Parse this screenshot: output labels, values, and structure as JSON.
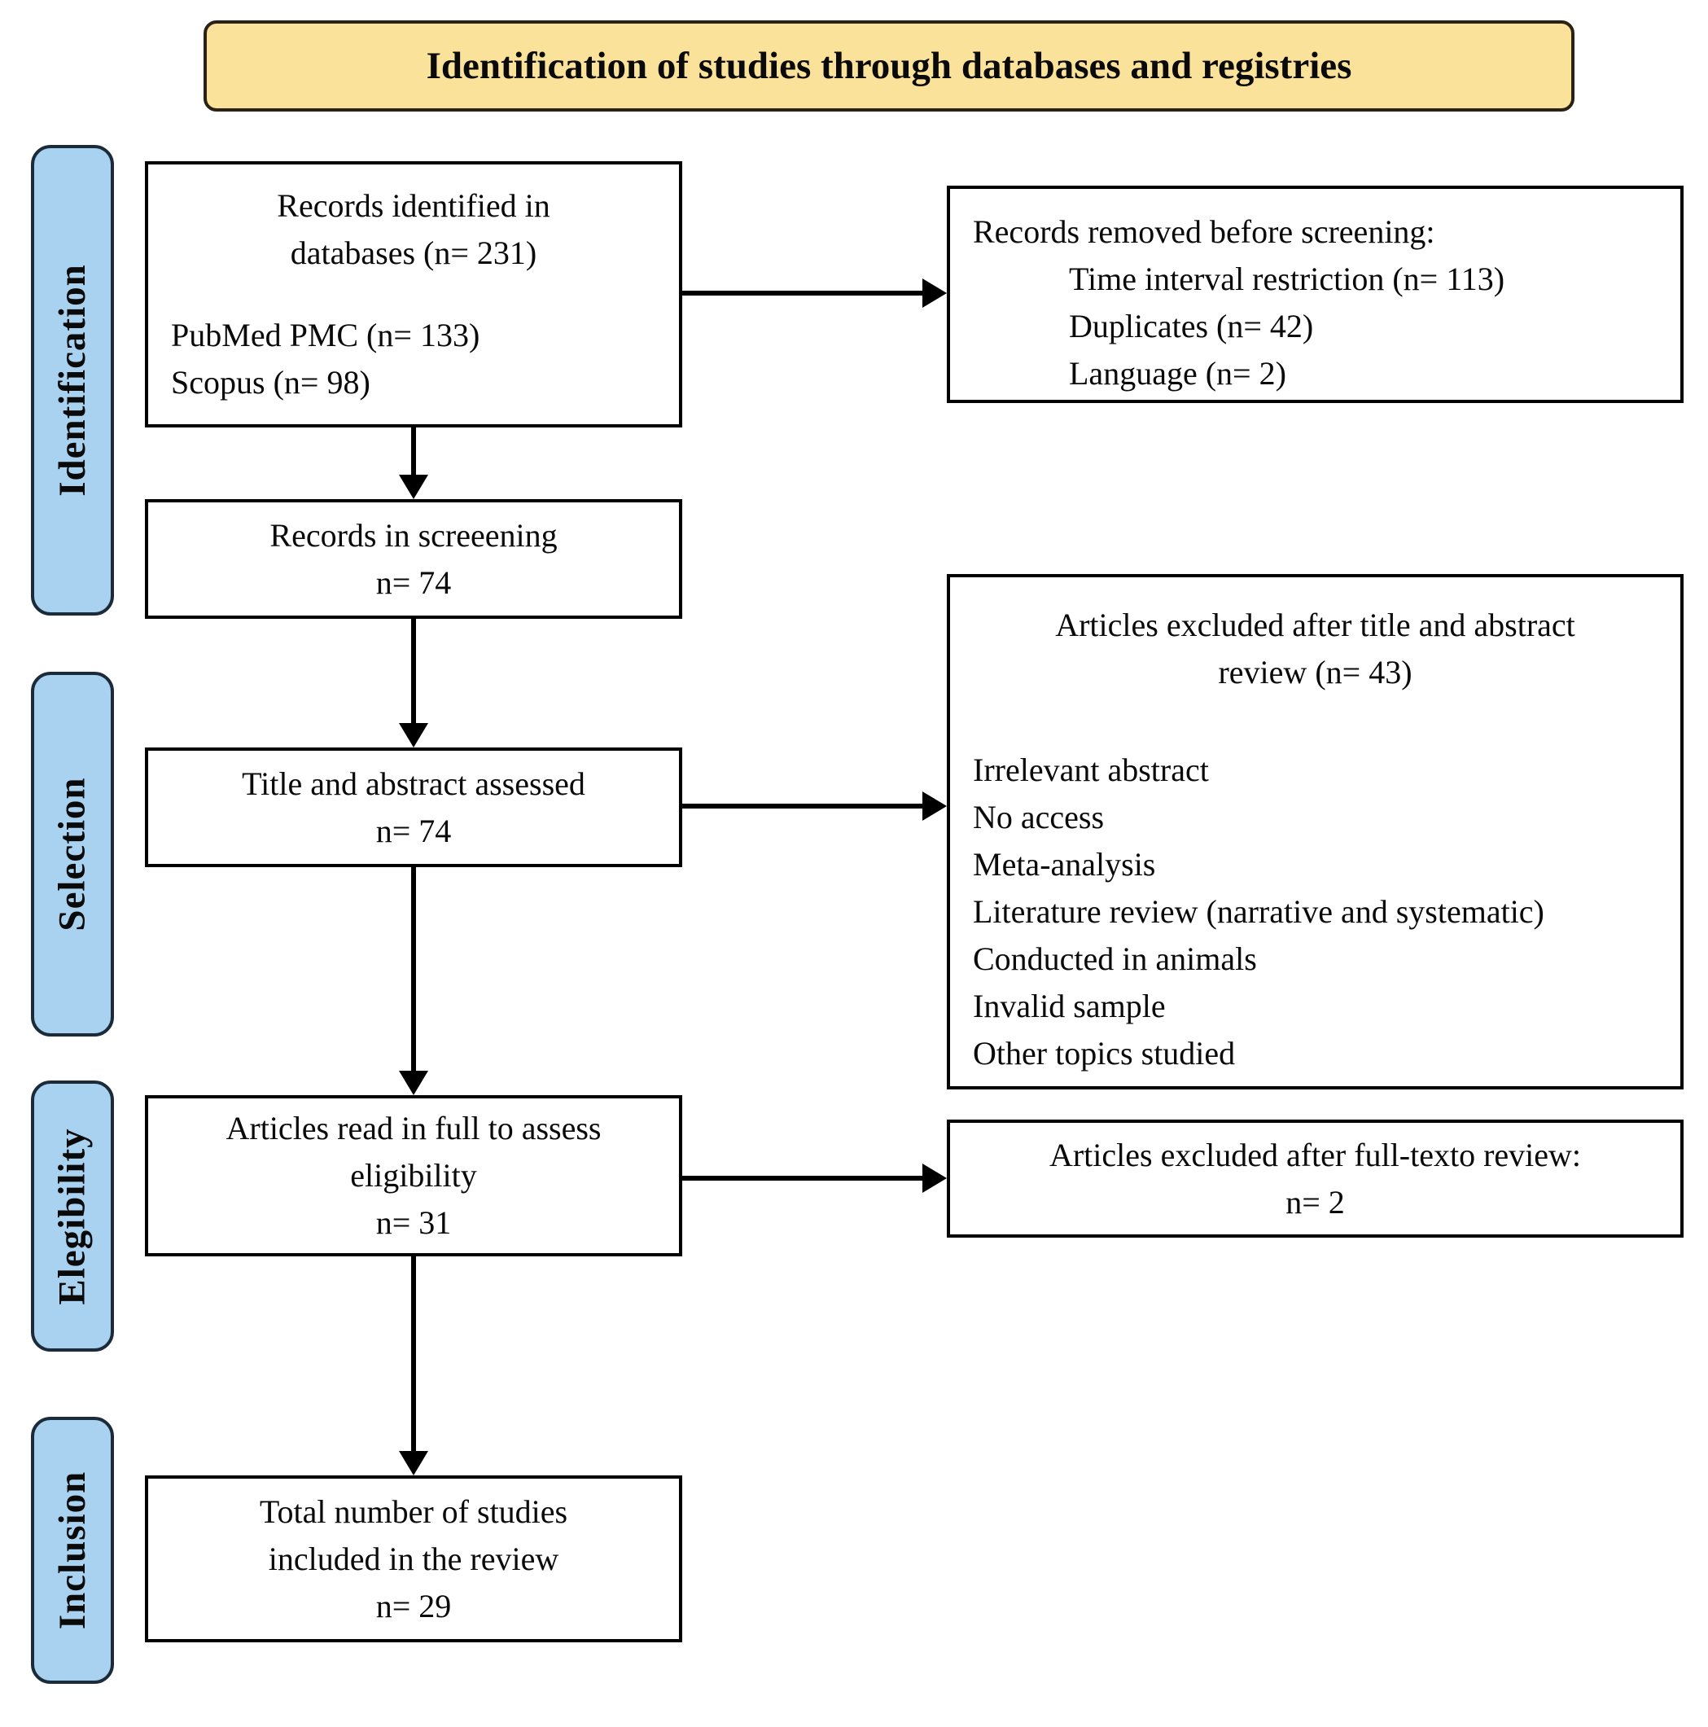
{
  "title": "Identification of studies through databases and registries",
  "colors": {
    "header_bg": "#FBE29B",
    "stage_bg": "#A9D2F0",
    "box_border": "#000000",
    "arrow": "#000000"
  },
  "stages": {
    "identification": "Identification",
    "selection": "Selection",
    "eligibility": "Elegibility",
    "inclusion": "Inclusion"
  },
  "boxes": {
    "records_identified": {
      "heading_line1": "Records identified in",
      "heading_line2": "databases (n= 231)",
      "source_1": "PubMed PMC (n= 133)",
      "source_2": "Scopus (n= 98)"
    },
    "records_removed": {
      "heading": "Records removed before screening:",
      "reason_1": "Time interval restriction (n= 113)",
      "reason_2": "Duplicates (n= 42)",
      "reason_3": "Language (n= 2)"
    },
    "records_screening": {
      "line1": "Records in screeening",
      "line2": "n= 74"
    },
    "title_abstract_assessed": {
      "line1": "Title and abstract assessed",
      "line2": "n= 74"
    },
    "excluded_title_abstract": {
      "heading_line1": "Articles excluded after title and abstract",
      "heading_line2": "review (n= 43)",
      "reason_1": "Irrelevant abstract",
      "reason_2": "No access",
      "reason_3": "Meta-analysis",
      "reason_4": "Literature review (narrative and systematic)",
      "reason_5": "Conducted in animals",
      "reason_6": "Invalid sample",
      "reason_7": "Other topics studied"
    },
    "full_text_assessed": {
      "line1": "Articles read in full to assess",
      "line2": "eligibility",
      "line3": "n= 31"
    },
    "excluded_full_text": {
      "line1": "Articles excluded after full-texto review:",
      "line2": "n= 2"
    },
    "included": {
      "line1": "Total number of studies",
      "line2": "included in the review",
      "line3": "n= 29"
    }
  }
}
